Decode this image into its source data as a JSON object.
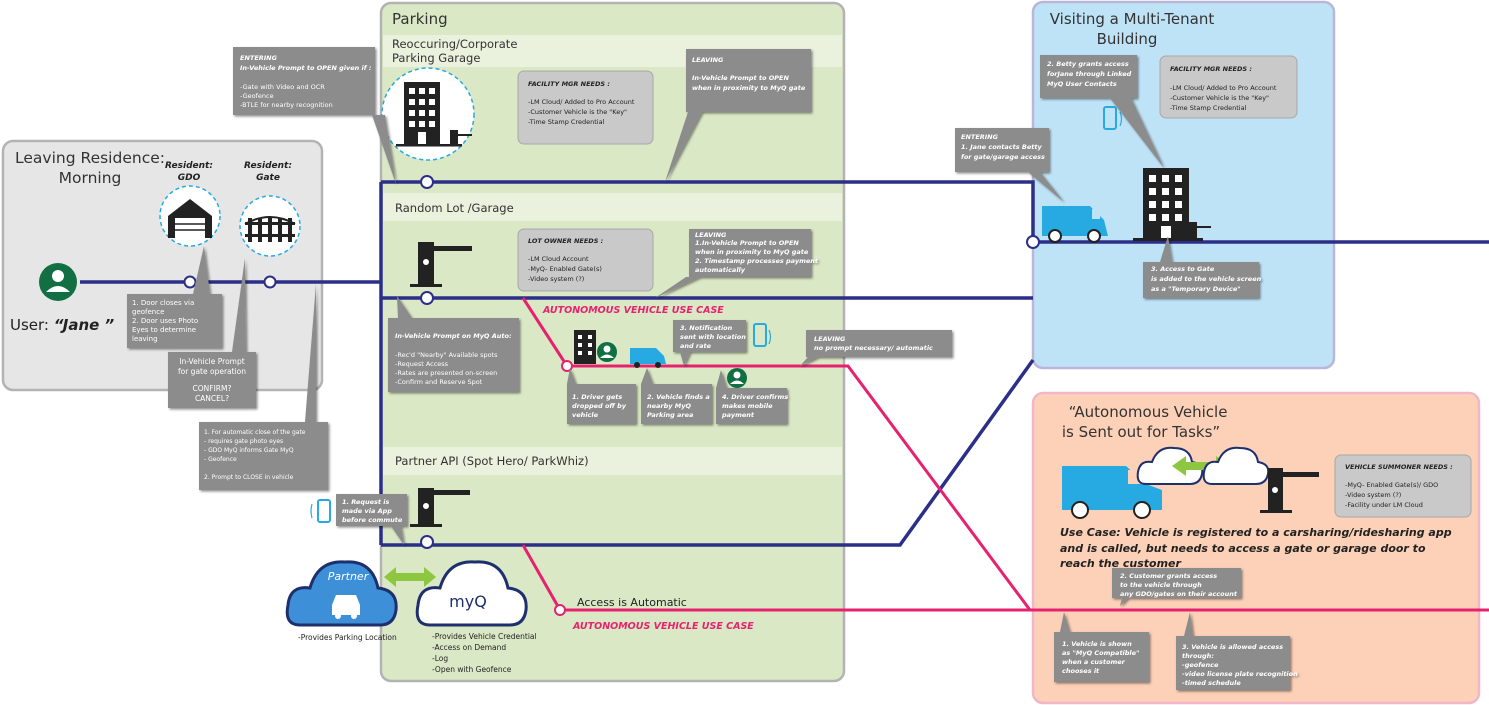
{
  "residence": {
    "title_line1": "Leaving Residence:",
    "title_line2": "Morning",
    "gdo_label_1": "Resident:",
    "gdo_label_2": "GDO",
    "gate_label_1": "Resident:",
    "gate_label_2": "Gate",
    "user_label_prefix": "User: ",
    "user_label_name": "“Jane ”",
    "callout_gdo": [
      "1. Door closes via",
      "geofence",
      "2. Door uses Photo",
      "Eyes to determine",
      "leaving"
    ],
    "callout_prompt": [
      "In-Vehicle Prompt",
      "for gate operation",
      "",
      "CONFIRM?",
      "CANCEL?"
    ],
    "callout_close": [
      "1. For automatic close of the gate",
      "- requires gate photo eyes",
      "- GDO MyQ informs Gate MyQ",
      "- Geofence",
      "",
      "2. Prompt to CLOSE in vehicle"
    ]
  },
  "parking": {
    "title": "Parking",
    "corporate_title_1": "Reoccuring/Corporate",
    "corporate_title_2": "Parking Garage",
    "entering_callout": [
      "ENTERING",
      "In-Vehicle Prompt to OPEN given if :",
      "",
      "-Gate with Video and OCR",
      "-Geofence",
      "-BTLE for nearby recognition"
    ],
    "facility_needs": [
      "FACILITY MGR NEEDS    :",
      "",
      "-LM Cloud/ Added to Pro Account",
      "-Customer Vehicle is the \"Key\"",
      "-Time Stamp Credential"
    ],
    "leaving_callout": [
      "LEAVING",
      "In-Vehicle Prompt to OPEN",
      "when in proximity to MyQ gate"
    ],
    "random_title": "Random Lot /Garage",
    "lot_owner_needs": [
      "LOT OWNER NEEDS    :",
      "",
      "-LM Cloud Account",
      "-MyQ- Enabled Gate(s)",
      "-Video system (?)"
    ],
    "random_leaving": [
      "LEAVING",
      "1.In-Vehicle Prompt to OPEN",
      "   when in proximity to MyQ gate",
      "2. Timestamp processes payment",
      "automatically"
    ],
    "auto_label": "AUTONOMOUS VEHICLE USE CASE",
    "myq_auto_callout": [
      "In-Vehicle Prompt on MyQ Auto:",
      "",
      "-Rec'd \"Nearby\" Available spots",
      "-Request Access",
      "-Rates are presented on-screen",
      "-Confirm and Reserve Spot"
    ],
    "notification_callout": [
      "3. Notification",
      "sent with location",
      "and rate"
    ],
    "leaving_auto": [
      "LEAVING",
      "no prompt necessary/ automatic"
    ],
    "step1": [
      "1. Driver gets",
      "dropped off by",
      "vehicle"
    ],
    "step2": [
      "2. Vehicle finds a",
      "nearby MyQ",
      "Parking area"
    ],
    "step4": [
      "4. Driver confirms",
      "makes mobile",
      "payment"
    ],
    "partner_title": "Partner API (Spot Hero/ ParkWhiz)",
    "request_callout": [
      "1. Request is",
      "made via App",
      "before commute"
    ],
    "partner_cloud_label": "Partner",
    "myq_cloud_label": "myQ",
    "partner_provides": "-Provides Parking Location",
    "myq_provides": [
      "-Provides Vehicle Credential",
      "-Access on Demand",
      "-Log",
      "-Open with Geofence"
    ],
    "access_auto": "Access is Automatic",
    "auto_label_2": "AUTONOMOUS VEHICLE USE CASE"
  },
  "multitenant": {
    "title_1": "Visiting a Multi-Tenant",
    "title_2": "Building",
    "betty_callout": [
      "2. Betty grants access",
      "forJane through Linked",
      "MyQ User Contacts"
    ],
    "facility_needs": [
      "FACILITY MGR NEEDS    :",
      "",
      "-LM Cloud/ Added to Pro Account",
      "-Customer Vehicle is the \"Key\"",
      "-Time Stamp Credential"
    ],
    "entering_callout": [
      "ENTERING",
      "1. Jane contacts Betty",
      "for gate/garage access"
    ],
    "access_callout": [
      "3. Access to Gate",
      "is added to the vehicle screen",
      "as a \"Temporary Device\""
    ]
  },
  "autonomous": {
    "title_1": "“Autonomous Vehicle",
    "title_2": "is Sent out for Tasks”",
    "summoner_needs": [
      "VEHICLE SUMMONER NEEDS    :",
      "",
      "-MyQ- Enabled Gate(s)/ GDO",
      "-Video system (?)",
      "-Facility under LM Cloud"
    ],
    "use_case": [
      "Use Case: Vehicle is registered to a carsharing/ridesharing app",
      "and is called, but needs to access a gate or garage door to",
      "reach the customer"
    ],
    "grant_callout": [
      "2. Customer grants access",
      "to the vehicle through",
      "any GDO/gates on their account"
    ],
    "shown_callout": [
      "1. Vehicle is shown",
      "as \"MyQ Compatible\"",
      "when a customer",
      "chooses it"
    ],
    "allowed_callout": [
      "3. Vehicle is allowed access",
      "through:",
      "-geofence",
      "-video license plate recognition",
      "-timed schedule"
    ]
  },
  "colors": {
    "navy": "#2b2f87",
    "pink": "#e6226e",
    "green_panel": "#dbe8c6",
    "blue_panel": "#bfe3f6",
    "peach_panel": "#fcd1b8",
    "gray_panel": "#e6e6e6",
    "callout": "#8c8c8c",
    "needs_box": "#c9c9c9",
    "icon_blue": "#27a9e1",
    "myq_green": "#126e43"
  }
}
